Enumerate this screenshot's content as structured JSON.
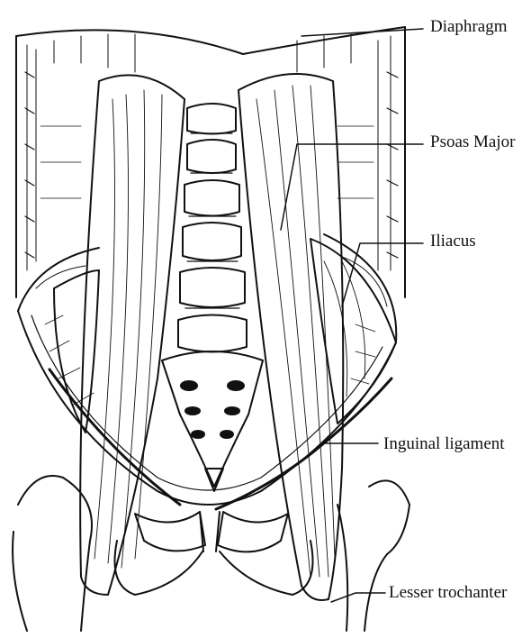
{
  "figure": {
    "labels": [
      {
        "id": "diaphragm",
        "text": "Diaphragm"
      },
      {
        "id": "psoas",
        "text": "Psoas Major"
      },
      {
        "id": "iliacus",
        "text": "Iliacus"
      },
      {
        "id": "inguinal",
        "text": "Inguinal ligament"
      },
      {
        "id": "trochanter",
        "text": "Lesser trochanter"
      }
    ],
    "colors": {
      "ink": "#111111",
      "background": "#ffffff"
    }
  }
}
